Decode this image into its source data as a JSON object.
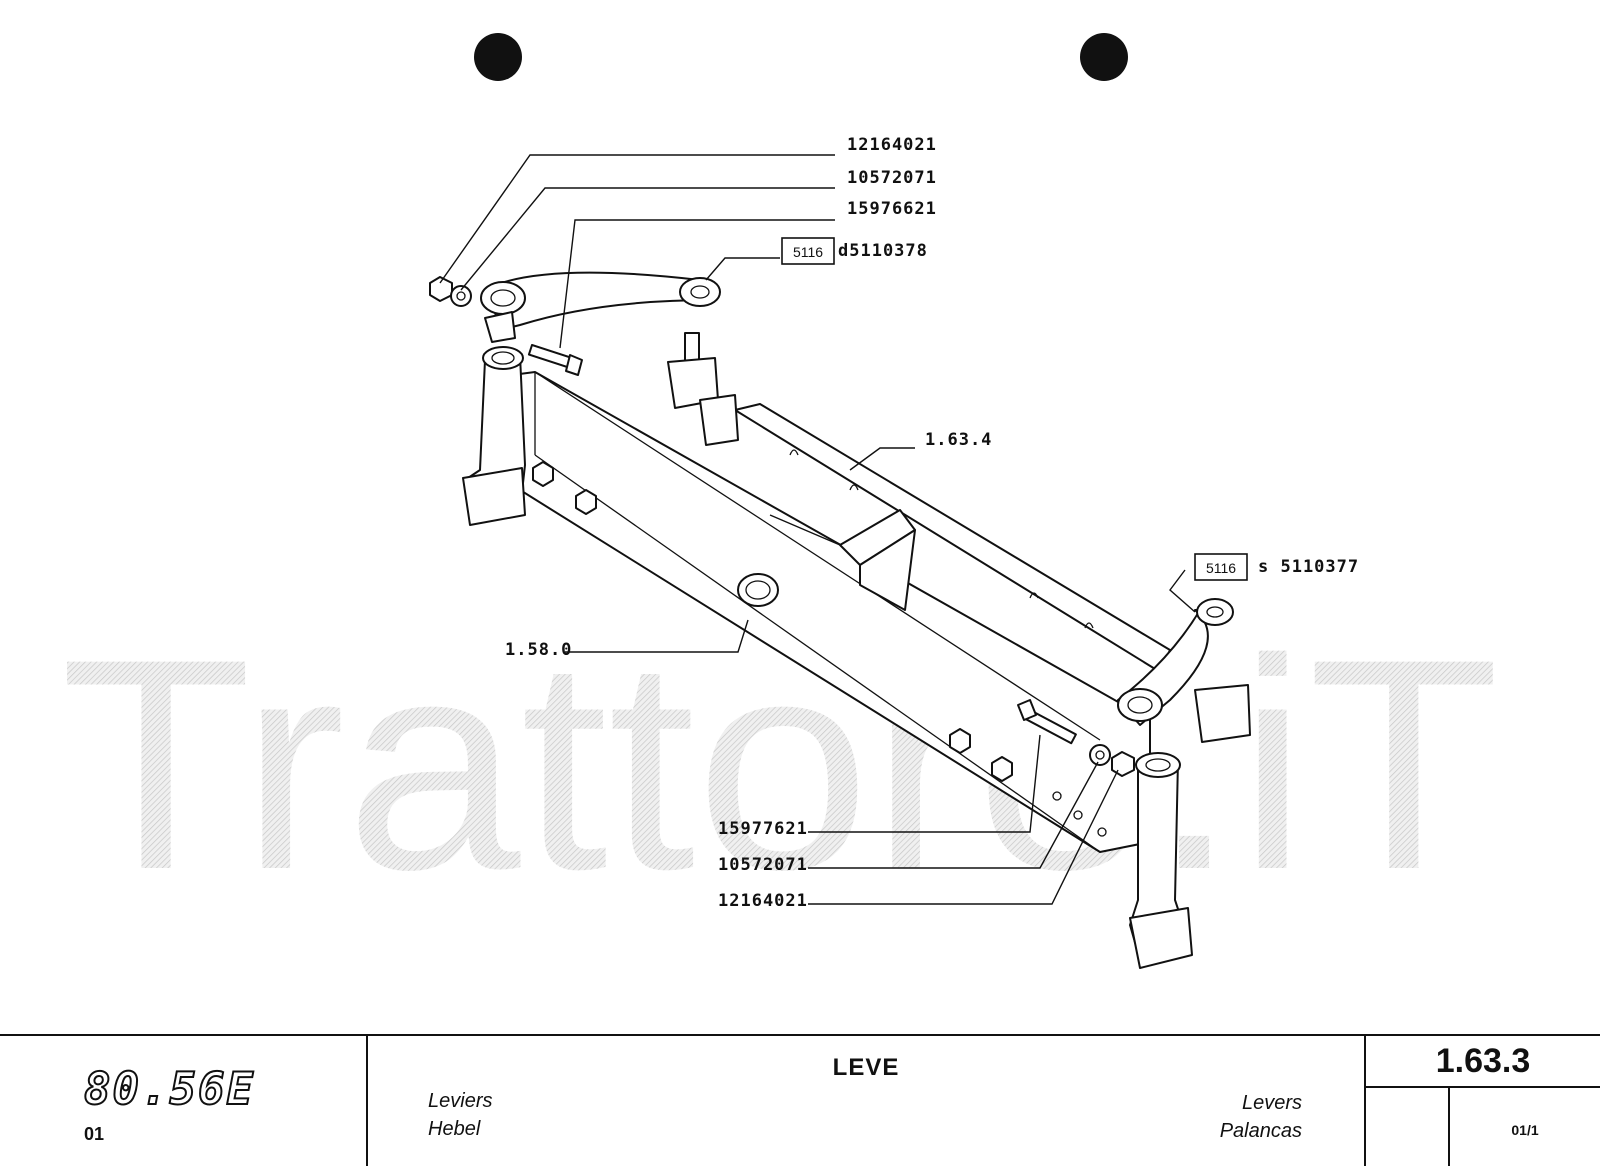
{
  "watermark": "Trattore.iT",
  "callouts": {
    "top_nut": "12164021",
    "top_washer": "10572071",
    "top_bolt": "15976621",
    "left_arm_box": "5116",
    "left_arm_code": "d5110378",
    "tie_rod": "1.63.4",
    "right_arm_box": "5116",
    "right_arm_code": "s 5110377",
    "axle_beam": "1.58.0",
    "bottom_bolt": "15977621",
    "bottom_washer": "10572071",
    "bottom_nut": "12164021"
  },
  "title_block": {
    "model": "80.56E",
    "model_sub": "01",
    "title": "LEVE",
    "lang_fr": "Leviers",
    "lang_de": "Hebel",
    "lang_en": "Levers",
    "lang_es": "Palancas",
    "page_code": "1.63.3",
    "sheet": "01/1"
  }
}
